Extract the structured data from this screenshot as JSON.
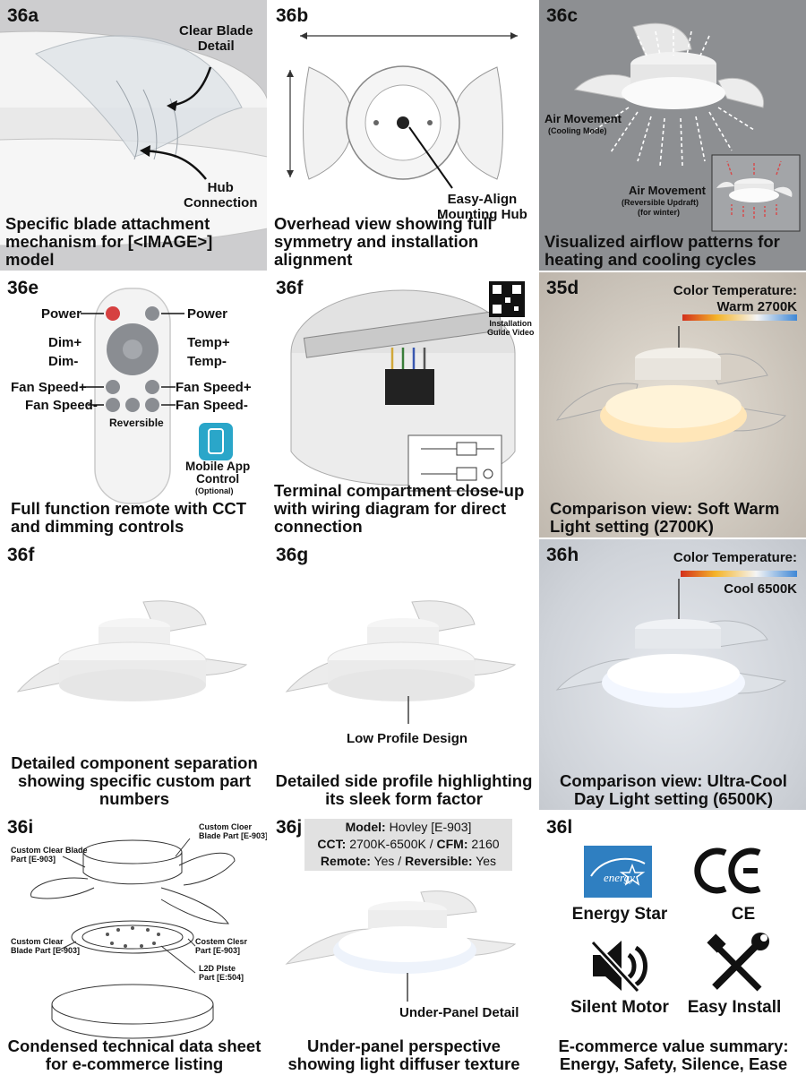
{
  "panels": {
    "p36a": {
      "label": "36a",
      "ann_blade": "Clear Blade\nDetail",
      "ann_hub": "Hub\nConnection",
      "caption": "Specific blade attachment mechanism for [<IMAGE>] model"
    },
    "p36b": {
      "label": "36b",
      "ann_hub": "Easy-Align\nMounting Hub",
      "caption": "Overhead view showing full symmetry and installation alignment"
    },
    "p36c": {
      "label": "36c",
      "ann_cool_title": "Air Movement",
      "ann_cool_sub": "(Cooling Mode)",
      "ann_heat_title": "Air Movement",
      "ann_heat_sub1": "(Reversible Updraft)",
      "ann_heat_sub2": "(for winter)",
      "caption": "Visualized airflow patterns for heating and cooling cycles"
    },
    "p36e": {
      "label": "36e",
      "left_labels": [
        "Power",
        "Dim+",
        "Dim-",
        "Fan Speed+",
        "Fan Speed-"
      ],
      "right_labels": [
        "Power",
        "Temp+",
        "Temp-",
        "Fan Speed+",
        "Fan Speed-"
      ],
      "reversible": "Reversible",
      "app_title": "Mobile App\nControl",
      "app_sub": "(Optional)",
      "caption": "Full function remote with CCT and dimming controls"
    },
    "p36f_top": {
      "label": "36f",
      "qr_label": "Installation\nGuide Video",
      "caption": "Terminal compartment close-up with wiring diagram for direct connection"
    },
    "p35d": {
      "label": "35d",
      "ct_title": "Color Temperature:",
      "ct_value": "Warm 2700K",
      "caption": "Comparison view: Soft Warm Light setting (2700K)"
    },
    "p36f_mid": {
      "label": "36f",
      "caption": "Detailed component separation showing specific custom part numbers"
    },
    "p36g": {
      "label": "36g",
      "ann": "Low Profile Design",
      "caption": "Detailed side profile highlighting its sleek form factor"
    },
    "p36h": {
      "label": "36h",
      "ct_title": "Color Temperature:",
      "ct_value": "Cool 6500K",
      "caption": "Comparison view: Ultra-Cool Day Light setting (6500K)"
    },
    "p36i": {
      "label": "36i",
      "ann_tr": "Custom Cloer\nBlade Part [E-903]",
      "ann_tl": "Custom Clear Blade\nPart [E-903]",
      "ann_ml": "Custom Clear\nBlade Part [E-903]",
      "ann_mr": "Costem Clesr\nPart [E-903]",
      "ann_led": "L2D Plste\nPart [E:504]",
      "caption": "Condensed technical data sheet for e-commerce listing"
    },
    "p36j": {
      "label": "36j",
      "model_k": "Model:",
      "model_v": "Hovley [E-903]",
      "cct_k": "CCT:",
      "cct_v": "2700K-6500K",
      "cfm_k": "CFM:",
      "cfm_v": "2160",
      "remote_k": "Remote:",
      "remote_v": "Yes",
      "rev_k": "Reversible:",
      "rev_v": "Yes",
      "ann": "Under-Panel Detail",
      "caption": "Under-panel perspective showing light diffuser texture"
    },
    "p36l": {
      "label": "36l",
      "icons": [
        {
          "icon": "energy-star-icon",
          "label": "Energy Star"
        },
        {
          "icon": "ce-mark-icon",
          "label": "CE"
        },
        {
          "icon": "muted-speaker-icon",
          "label": "Silent Motor"
        },
        {
          "icon": "tools-icon",
          "label": "Easy Install"
        }
      ],
      "caption": "E-commerce value summary: Energy, Safety, Silence, Ease"
    }
  },
  "colors": {
    "panel_grey": "#cdcdcf",
    "panel_dark": "#8d8f92",
    "energy_star_blue": "#2f7fc1",
    "app_icon": "#2aa6c9",
    "power_red": "#d64040"
  }
}
